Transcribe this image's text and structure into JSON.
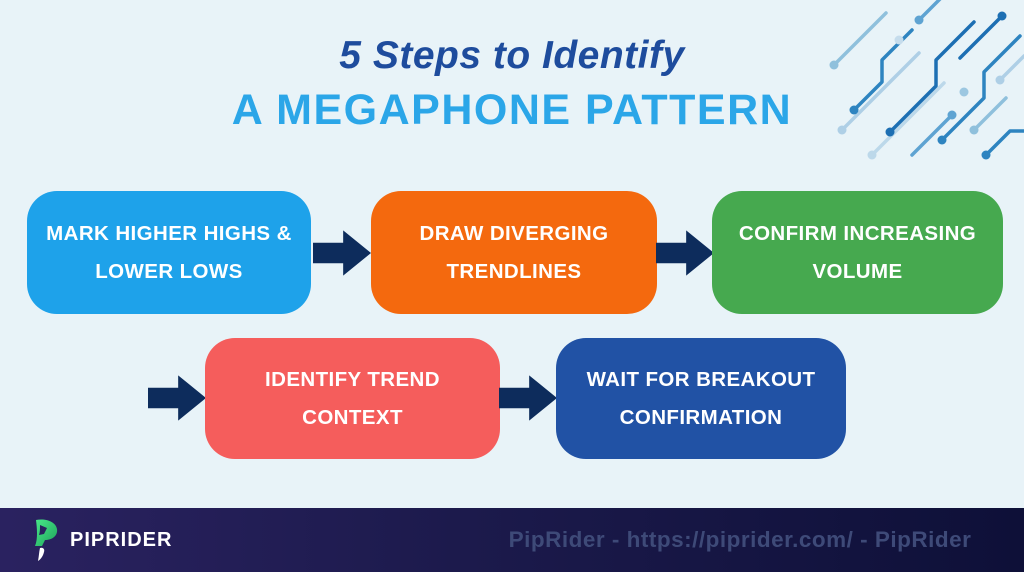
{
  "title": {
    "line1": "5 Steps to Identify",
    "line2": "A MEGAPHONE PATTERN"
  },
  "steps": [
    {
      "lines": [
        "MARK HIGHER HIGHS &",
        "LOWER LOWS"
      ],
      "color": "#1ea2ea"
    },
    {
      "lines": [
        "DRAW DIVERGING",
        "TRENDLINES"
      ],
      "color": "#f4690e"
    },
    {
      "lines": [
        "CONFIRM INCREASING",
        "VOLUME"
      ],
      "color": "#46a94f"
    },
    {
      "lines": [
        "IDENTIFY TREND",
        "CONTEXT"
      ],
      "color": "#f55d5c"
    },
    {
      "lines": [
        "WAIT FOR BREAKOUT",
        "CONFIRMATION"
      ],
      "color": "#2152a5"
    }
  ],
  "footer": {
    "brand": "PIPRIDER",
    "credit": "PipRider - https://piprider.com/ - PipRider"
  },
  "icons": {
    "circuit": "circuit-lines-icon",
    "logo": "piprider-logo-icon"
  },
  "colors": {
    "background": "#e8f3f8",
    "title_line1": "#1e4c9d",
    "title_line2": "#2ba6e8",
    "arrow": "#0d2c5c",
    "footer_left": "#2a2260",
    "footer_right": "#0e1038",
    "credit_text": "#3e4a78"
  }
}
